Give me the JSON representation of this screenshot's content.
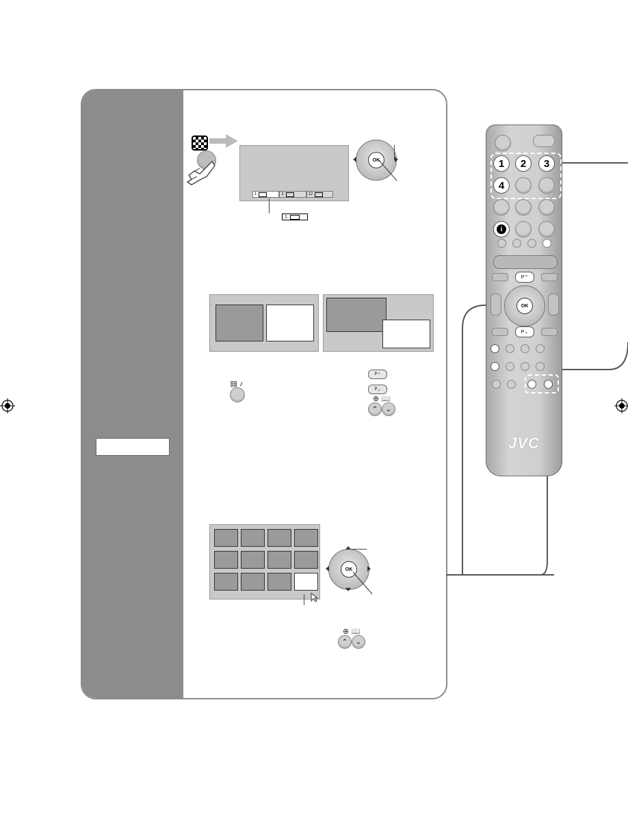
{
  "step1": {
    "ok_label": "OK",
    "tabs": [
      "1",
      "2",
      "12"
    ],
    "legend_number": "1"
  },
  "swap": {
    "button_up_label": "P",
    "button_down_label": "P"
  },
  "grid": {
    "ok_label": "OK"
  },
  "remote": {
    "brand": "JVC",
    "model": "TV",
    "numbers": [
      "1",
      "2",
      "3",
      "4"
    ],
    "ok_label": "OK",
    "p_up_label": "P",
    "p_down_label": "P",
    "info_label": "i"
  },
  "colors": {
    "sidebar": "#8c8c8c",
    "panel_border": "#8a8a8a",
    "screen": "#c9c9c9",
    "tile": "#9a9a9a"
  }
}
